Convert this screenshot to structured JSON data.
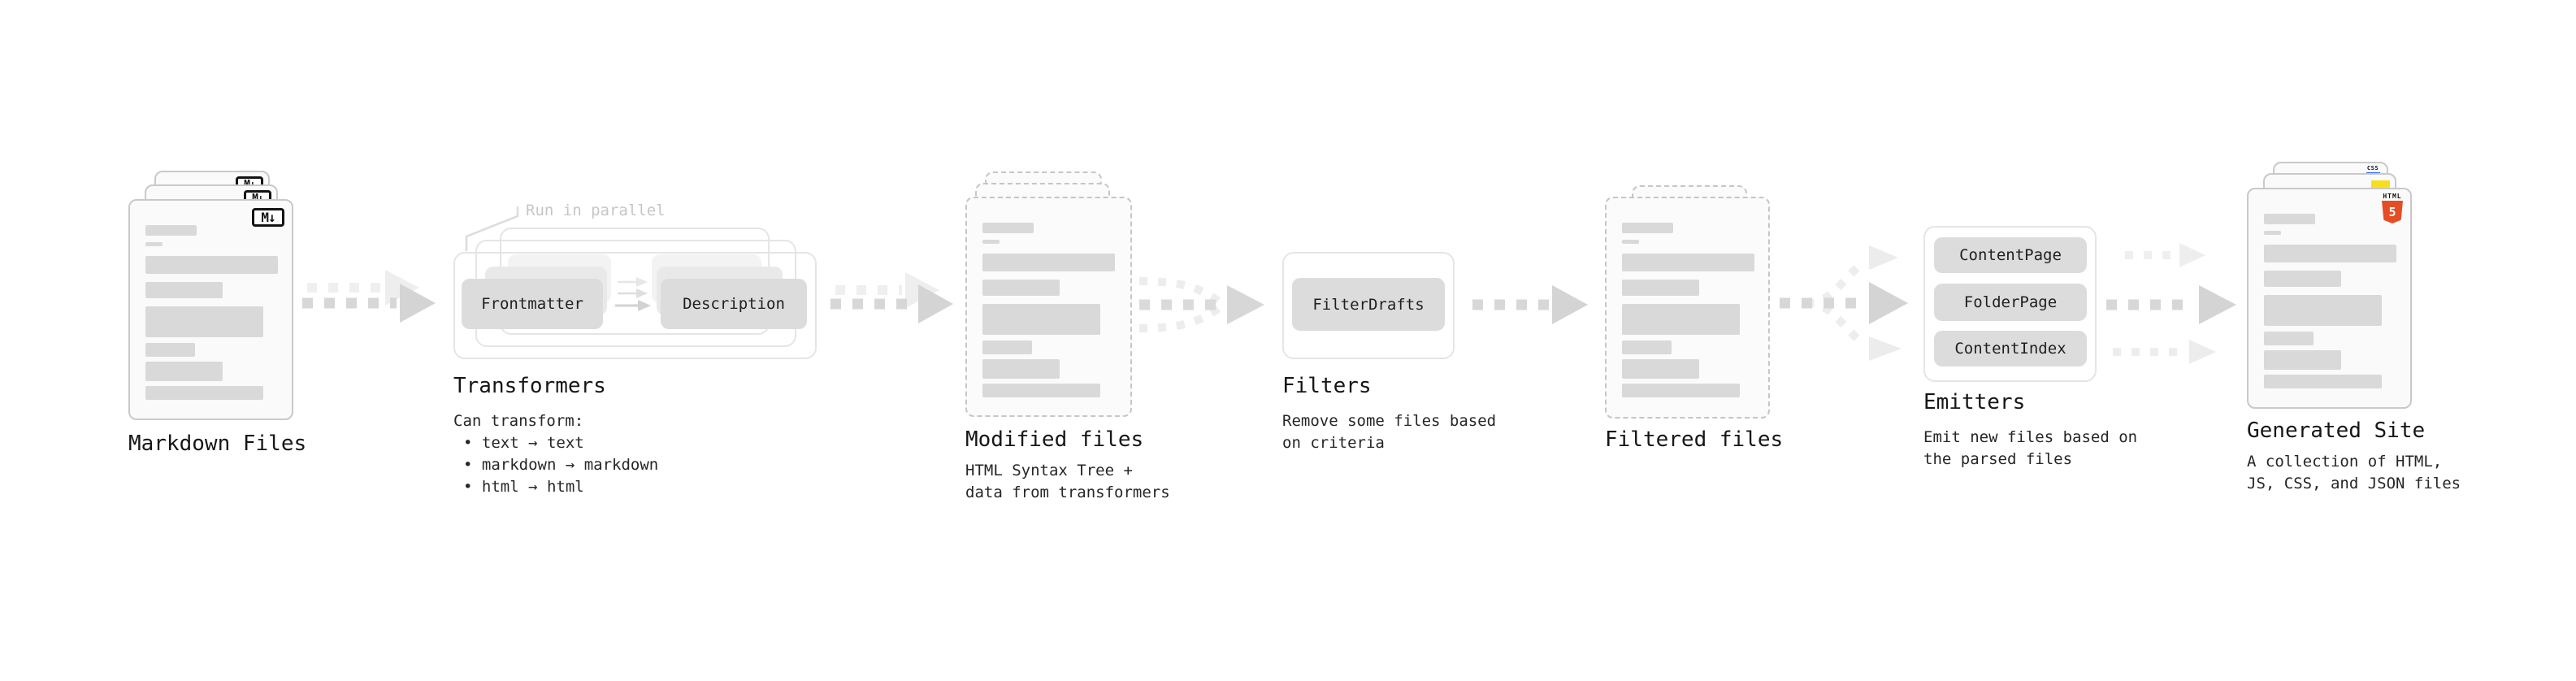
{
  "pipeline": {
    "markdown_files": {
      "label": "Markdown Files",
      "badge": "M↓"
    },
    "transformers": {
      "annotation": "Run in parallel",
      "pill_from": "Frontmatter",
      "pill_to": "Description",
      "title": "Transformers",
      "subtitle": "Can transform:",
      "bullets": [
        "text → text",
        "markdown → markdown",
        "html → html"
      ]
    },
    "modified_files": {
      "label": "Modified files",
      "desc": [
        "HTML Syntax Tree +",
        "data from transformers"
      ]
    },
    "filters": {
      "pill": "FilterDrafts",
      "title": "Filters",
      "desc": [
        "Remove some files based",
        "on criteria"
      ]
    },
    "filtered_files": {
      "label": "Filtered files"
    },
    "emitters": {
      "title": "Emitters",
      "pills": [
        "ContentPage",
        "FolderPage",
        "ContentIndex"
      ],
      "desc": [
        "Emit new files based on",
        "the parsed files"
      ]
    },
    "generated_site": {
      "label": "Generated Site",
      "desc": [
        "A collection of HTML,",
        "JS, CSS, and JSON files"
      ],
      "badges": {
        "html_word": "HTML",
        "html_five": "5",
        "css_word": "CSS"
      }
    }
  },
  "colors": {
    "html5_shield": "#e44d26",
    "js_badge": "#f7df1e",
    "css_underline": "#2e67f8",
    "doc_line_gray": "#d9d9d9",
    "pill_gray": "#dcdcdc",
    "arrow_dark_gray": "#d6d6d6",
    "arrow_light_gray": "#ededed"
  }
}
